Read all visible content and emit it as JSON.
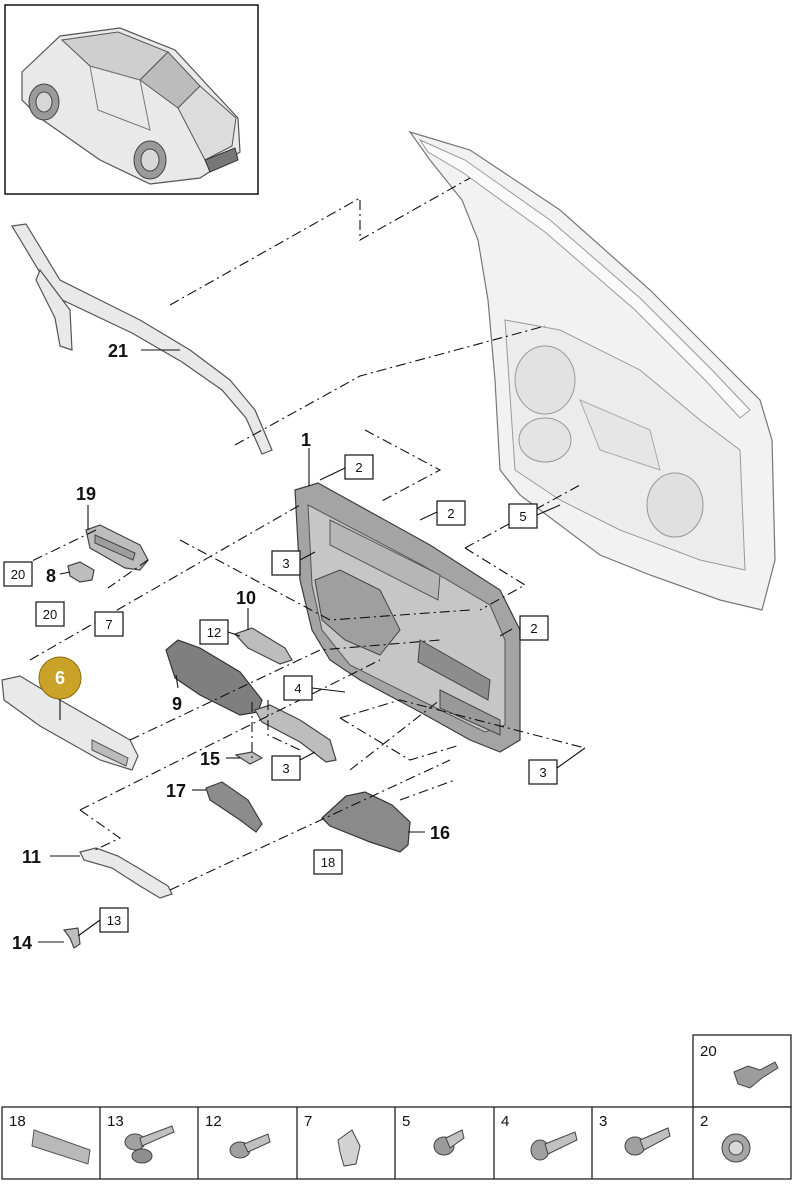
{
  "diagram": {
    "callouts": {
      "p1": "1",
      "p6": "6",
      "p8": "8",
      "p9": "9",
      "p10": "10",
      "p11": "11",
      "p14": "14",
      "p15": "15",
      "p16": "16",
      "p17": "17",
      "p19": "19",
      "p21": "21"
    },
    "boxed": {
      "b2a": "2",
      "b2b": "2",
      "b2c": "2",
      "b3a": "3",
      "b3b": "3",
      "b3c": "3",
      "b4": "4",
      "b5": "5",
      "b7": "7",
      "b12": "12",
      "b13": "13",
      "b18": "18",
      "b20a": "20",
      "b20b": "20"
    },
    "highlight_color": "#c9a227"
  },
  "legend": {
    "top_cell": "20",
    "cells": [
      "18",
      "13",
      "12",
      "7",
      "5",
      "4",
      "3",
      "2"
    ]
  }
}
